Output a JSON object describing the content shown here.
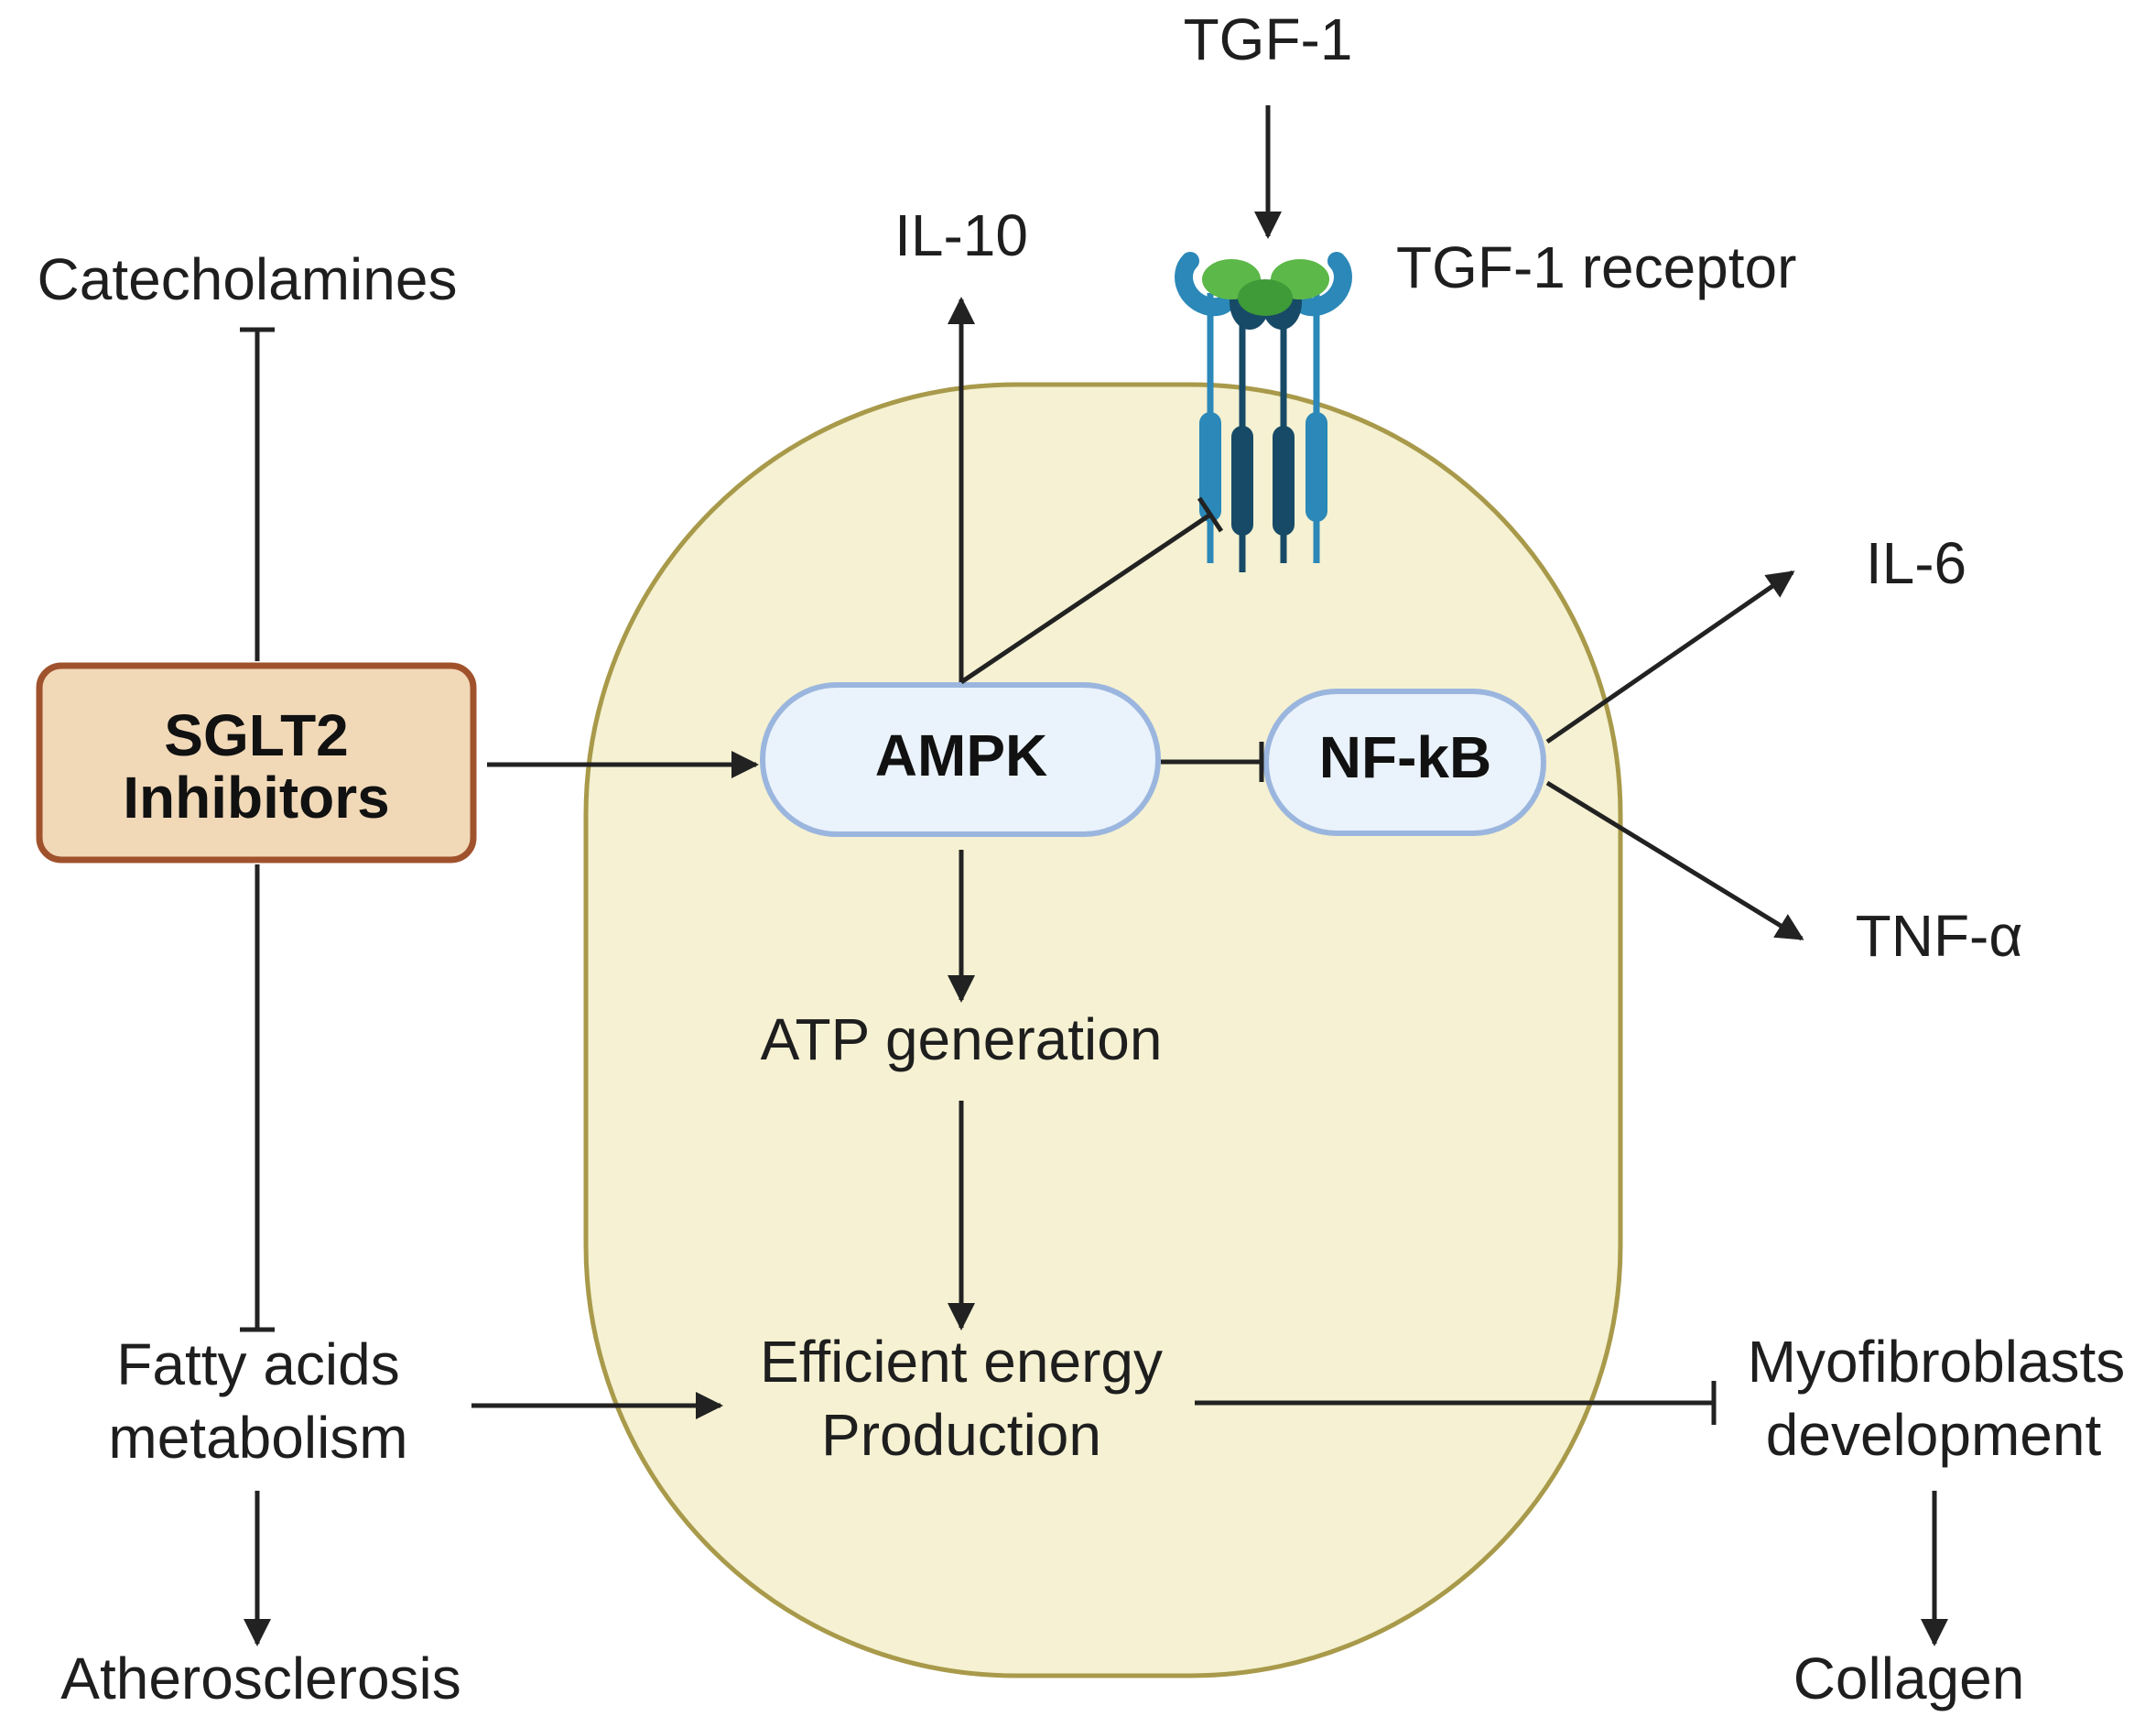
{
  "nodes": {
    "sglt2_line1": "SGLT2",
    "sglt2_line2": "Inhibitors",
    "ampk": "AMPK",
    "nfkb": "NF-kB",
    "catecholamines": "Catecholamines",
    "il10": "IL-10",
    "tgf1": "TGF-1",
    "tgf1_receptor": "TGF-1 receptor",
    "il6": "IL-6",
    "tnfa": "TNF-α",
    "atp_generation": "ATP generation",
    "efficient_line1": "Efficient energy",
    "efficient_line2": "Production",
    "fatty_line1": "Fatty acids",
    "fatty_line2": "metabolism",
    "atherosclerosis": "Atherosclerosis",
    "myofib_line1": "Myofibroblasts",
    "myofib_line2": "development",
    "collagen": "Collagen"
  },
  "edges": [
    {
      "from": "sglt2",
      "to": "catecholamines",
      "type": "inhibits"
    },
    {
      "from": "sglt2",
      "to": "fatty_acids_metabolism",
      "type": "inhibits"
    },
    {
      "from": "sglt2",
      "to": "ampk",
      "type": "activates"
    },
    {
      "from": "ampk",
      "to": "il10",
      "type": "activates"
    },
    {
      "from": "ampk",
      "to": "tgf1_receptor",
      "type": "inhibits"
    },
    {
      "from": "tgf1",
      "to": "tgf1_receptor",
      "type": "activates"
    },
    {
      "from": "ampk",
      "to": "nfkb",
      "type": "inhibits"
    },
    {
      "from": "nfkb",
      "to": "il6",
      "type": "activates"
    },
    {
      "from": "nfkb",
      "to": "tnfa",
      "type": "activates"
    },
    {
      "from": "ampk",
      "to": "atp_generation",
      "type": "activates"
    },
    {
      "from": "atp_generation",
      "to": "efficient_energy_production",
      "type": "activates"
    },
    {
      "from": "fatty_acids_metabolism",
      "to": "efficient_energy_production",
      "type": "activates"
    },
    {
      "from": "fatty_acids_metabolism",
      "to": "atherosclerosis",
      "type": "activates"
    },
    {
      "from": "efficient_energy_production",
      "to": "myofibroblasts_development",
      "type": "inhibits"
    },
    {
      "from": "myofibroblasts_development",
      "to": "collagen",
      "type": "activates"
    }
  ],
  "colors": {
    "cell_fill": "#f5f1d2",
    "cell_stroke": "#a89a4a",
    "sglt2_fill": "#f1d9b8",
    "sglt2_stroke": "#a0522d",
    "pill_fill": "#eaf2fb",
    "pill_stroke": "#9bb6de",
    "receptor_light": "#2b88b8",
    "receptor_dark": "#174a66",
    "ligand_green": "#5cb848",
    "arrow": "#222222"
  }
}
